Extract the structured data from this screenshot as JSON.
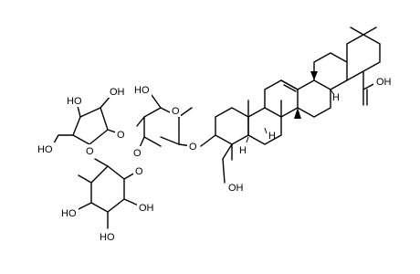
{
  "structure": {
    "labels": {
      "oh": "OH",
      "ho": "HO",
      "o": "O",
      "h": "H"
    }
  }
}
